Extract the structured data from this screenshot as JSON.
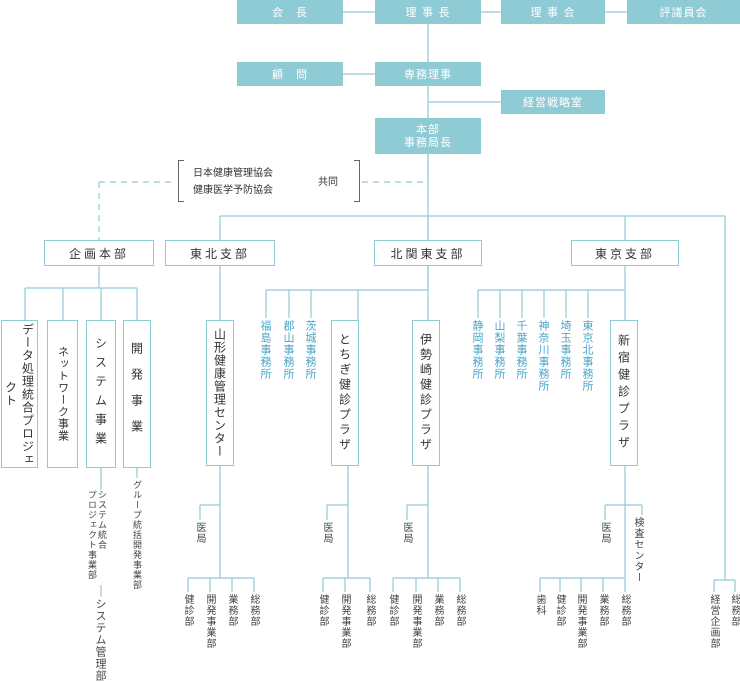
{
  "top_row": {
    "chairman": "会　長",
    "president": "理 事 長",
    "board": "理 事 会",
    "council": "評議員会"
  },
  "second_row": {
    "advisor": "顧　問",
    "executive": "専務理事",
    "strategy": "経営戦略室"
  },
  "hq": "本部\n事務局長",
  "joint": {
    "orgs": [
      "日本健康管理協会",
      "健康医学予防協会"
    ],
    "label": "共同"
  },
  "divisions": [
    "企画本部",
    "東北支部",
    "北関東支部",
    "東京支部"
  ],
  "planning": {
    "units": [
      "データ処理統合プロジェクト",
      "ネットワーク事業",
      "システム事業",
      "開発事業"
    ],
    "system_subs": [
      "システム統合\nプロジェクト事業部",
      "システム管理部"
    ],
    "dev_sub": "グループ統括開発事業部"
  },
  "tohoku": {
    "offices": [
      "福島事務所",
      "郡山事務所",
      "茨城事務所"
    ],
    "center": "山形健康管理センター",
    "medical": "医局",
    "depts": [
      "健診部",
      "開発事業部",
      "業務部",
      "総務部"
    ]
  },
  "kitakanto": {
    "tochigi": {
      "name": "とちぎ健診プラザ",
      "medical": "医局",
      "depts": [
        "健診部",
        "開発事業部",
        "総務部"
      ]
    },
    "isesaki": {
      "name": "伊勢崎健診プラザ",
      "medical": "医局",
      "depts": [
        "健診部",
        "開発事業部",
        "業務部",
        "総務部"
      ]
    }
  },
  "tokyo": {
    "offices": [
      "静岡事務所",
      "山梨事務所",
      "千葉事務所",
      "神奈川事務所",
      "埼玉事務所",
      "東京北事務所"
    ],
    "plaza": "新宿健診プラザ",
    "medical": "医局",
    "inspection": "検査センター",
    "depts": [
      "歯科",
      "健診部",
      "開発事業部",
      "業務部",
      "総務部"
    ]
  },
  "admin": [
    "経営企画部",
    "総務部"
  ],
  "colors": {
    "accent": "#8fcbd5",
    "office_text": "#4aa5c8"
  }
}
